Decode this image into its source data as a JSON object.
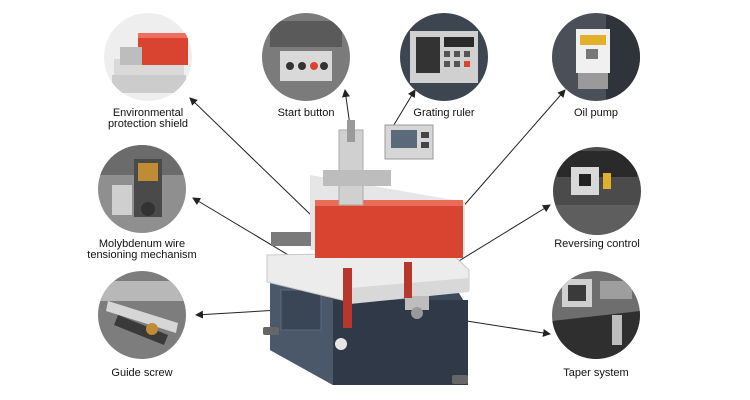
{
  "features": [
    {
      "id": "env-shield",
      "label_lines": [
        "Environmental",
        "protection shield"
      ],
      "icon": "shield-photo"
    },
    {
      "id": "start-button",
      "label_lines": [
        "Start button"
      ],
      "icon": "button-panel-photo"
    },
    {
      "id": "grating-ruler",
      "label_lines": [
        "Grating ruler"
      ],
      "icon": "display-photo"
    },
    {
      "id": "oil-pump",
      "label_lines": [
        "Oil pump"
      ],
      "icon": "pump-photo"
    },
    {
      "id": "moly-wire",
      "label_lines": [
        "Molybdenum wire",
        "tensioning mechanism"
      ],
      "icon": "tensioner-photo"
    },
    {
      "id": "reversing-control",
      "label_lines": [
        "Reversing control"
      ],
      "icon": "switch-photo"
    },
    {
      "id": "guide-screw",
      "label_lines": [
        "Guide screw"
      ],
      "icon": "screw-photo"
    },
    {
      "id": "taper-system",
      "label_lines": [
        "Taper system"
      ],
      "icon": "taper-photo"
    }
  ],
  "colors": {
    "machine_body": "#3d4a5a",
    "machine_red": "#d94430",
    "machine_white": "#ececec",
    "pointer": "#222222"
  }
}
